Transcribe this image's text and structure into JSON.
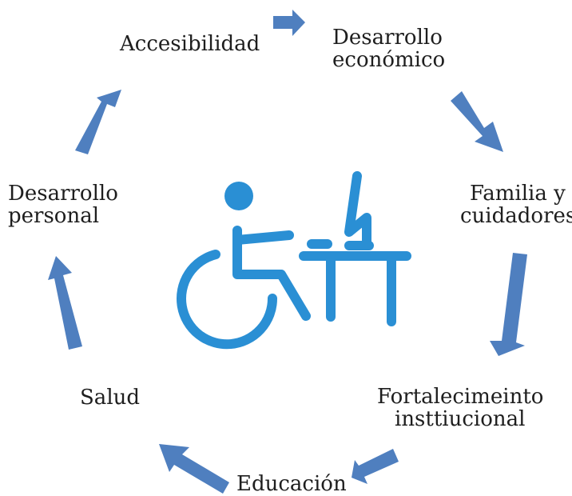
{
  "diagram": {
    "nodes": [
      {
        "id": "accesibilidad",
        "lines": [
          "Accesibilidad"
        ]
      },
      {
        "id": "desarrollo-economico",
        "lines": [
          "Desarrollo",
          "económico"
        ]
      },
      {
        "id": "familia-cuidadores",
        "lines": [
          "Familia y",
          "cuidadores"
        ]
      },
      {
        "id": "fortalecimiento-institucional",
        "lines": [
          "Fortalecimeinto",
          "insttiucional"
        ]
      },
      {
        "id": "educacion",
        "lines": [
          "Educación"
        ]
      },
      {
        "id": "salud",
        "lines": [
          "Salud"
        ]
      },
      {
        "id": "desarrollo-personal",
        "lines": [
          "Desarrollo",
          "personal"
        ]
      }
    ],
    "arrow_color": "#4f7fbf",
    "center_icon": {
      "name": "wheelchair-user-at-desk-icon",
      "color": "#2a8fd4"
    }
  }
}
